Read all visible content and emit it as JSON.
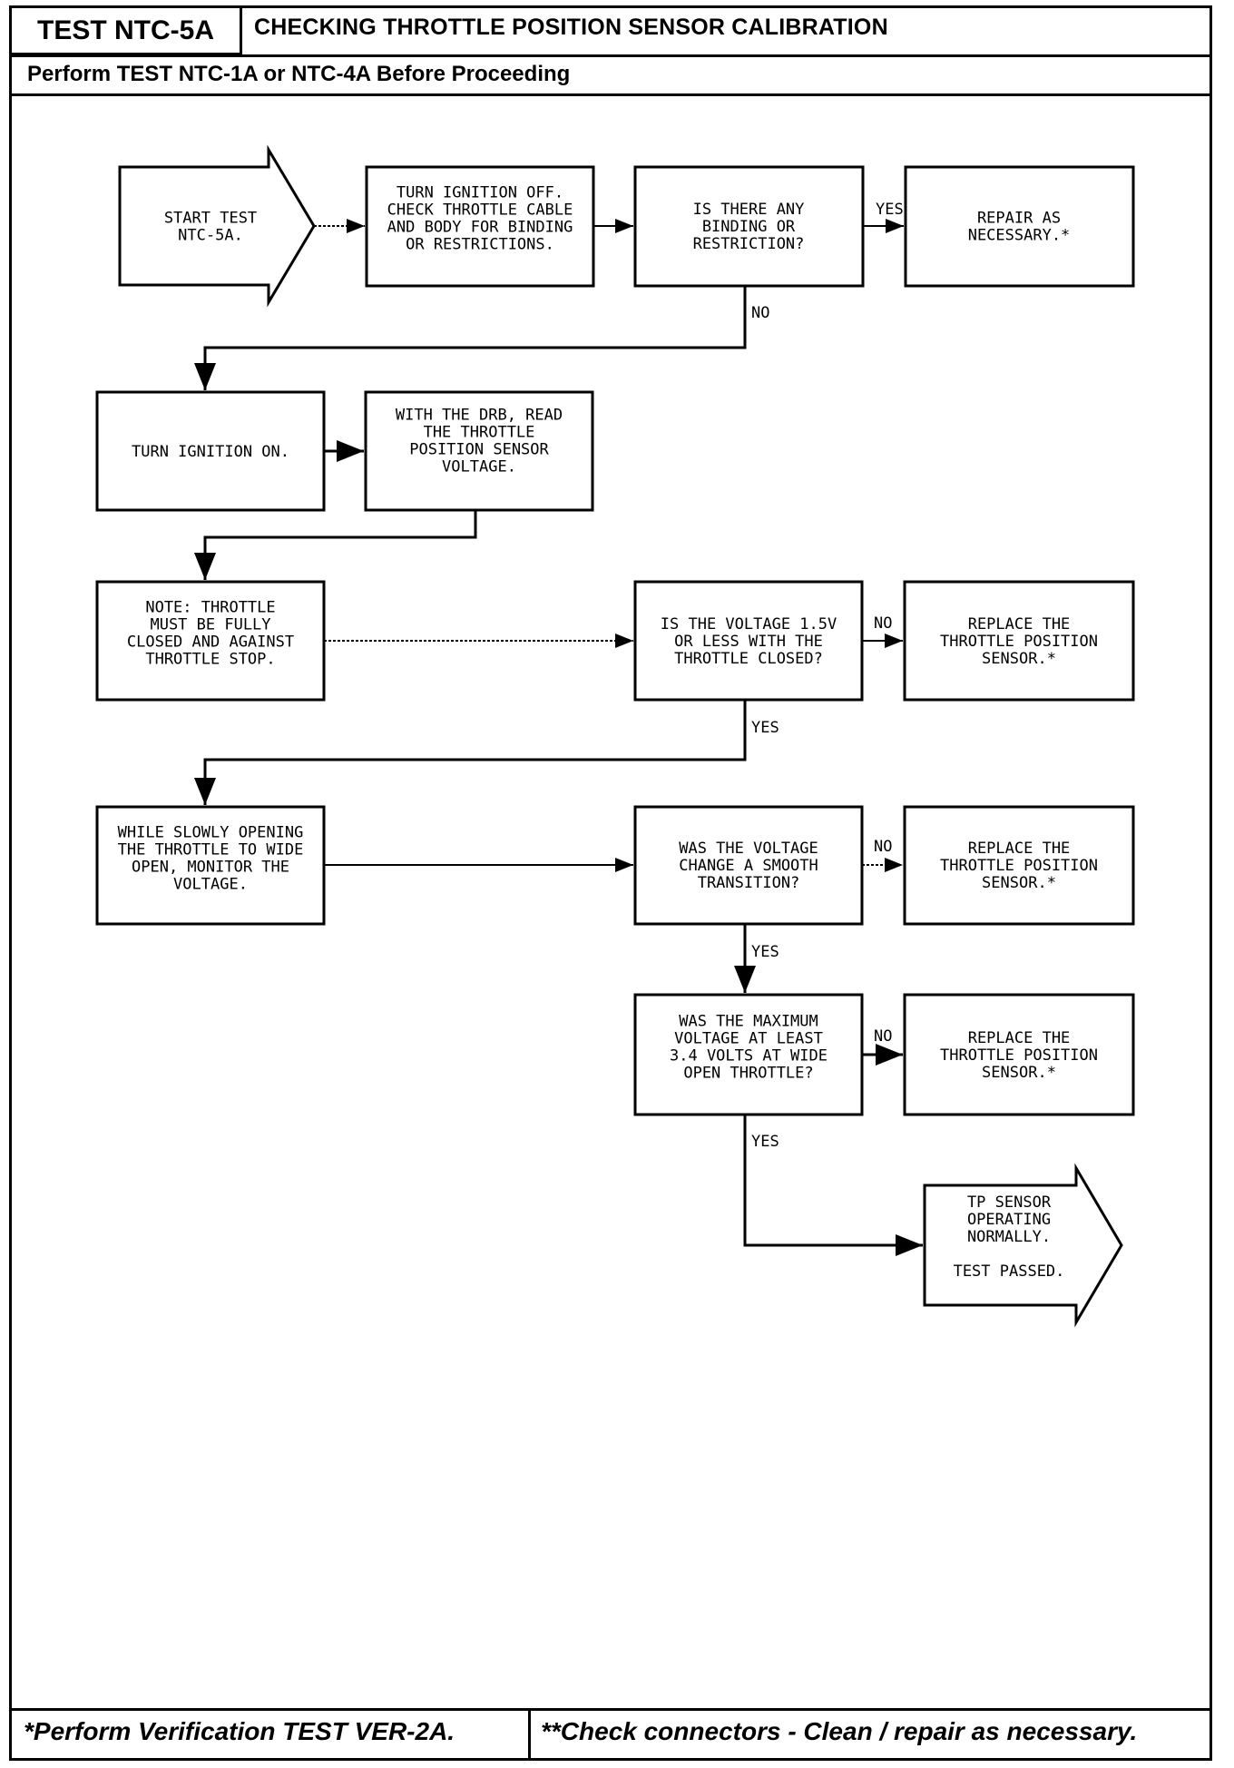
{
  "header": {
    "test_id": "TEST NTC-5A",
    "title": "CHECKING THROTTLE POSITION SENSOR CALIBRATION",
    "prerequisite": "Perform TEST NTC-1A or NTC-4A Before Proceeding"
  },
  "nodes": {
    "start": [
      "START TEST",
      "NTC-5A."
    ],
    "check_cable": [
      "TURN IGNITION OFF.",
      "CHECK THROTTLE CABLE",
      "AND BODY FOR BINDING",
      "OR RESTRICTIONS."
    ],
    "q_binding": [
      "IS THERE ANY",
      "BINDING OR",
      "RESTRICTION?"
    ],
    "repair": [
      "REPAIR AS",
      "NECESSARY.*"
    ],
    "ignition_on": [
      "TURN IGNITION ON."
    ],
    "read_tps": [
      "WITH THE DRB, READ",
      "THE THROTTLE",
      "POSITION SENSOR",
      "VOLTAGE."
    ],
    "note": [
      "NOTE: THROTTLE",
      "MUST BE FULLY",
      "CLOSED AND AGAINST",
      "THROTTLE STOP."
    ],
    "q_voltage": [
      "IS THE VOLTAGE 1.5V",
      "OR LESS WITH THE",
      "THROTTLE CLOSED?"
    ],
    "replace_1": [
      "REPLACE THE",
      "THROTTLE POSITION",
      "SENSOR.*"
    ],
    "open_throttle": [
      "WHILE SLOWLY OPENING",
      "THE THROTTLE TO WIDE",
      "OPEN, MONITOR THE",
      "VOLTAGE."
    ],
    "q_smooth": [
      "WAS THE VOLTAGE",
      "CHANGE A SMOOTH",
      "TRANSITION?"
    ],
    "replace_2": [
      "REPLACE THE",
      "THROTTLE POSITION",
      "SENSOR.*"
    ],
    "q_max": [
      "WAS THE MAXIMUM",
      "VOLTAGE AT LEAST",
      "3.4 VOLTS AT WIDE",
      "OPEN THROTTLE?"
    ],
    "replace_3": [
      "REPLACE THE",
      "THROTTLE POSITION",
      "SENSOR.*"
    ],
    "end": [
      "TP SENSOR",
      "OPERATING",
      "NORMALLY.",
      "",
      "TEST PASSED."
    ]
  },
  "edge_labels": {
    "yes": "YES",
    "no": "NO"
  },
  "footer": {
    "left": "*Perform Verification TEST VER-2A.",
    "right": "**Check connectors - Clean / repair as necessary."
  }
}
